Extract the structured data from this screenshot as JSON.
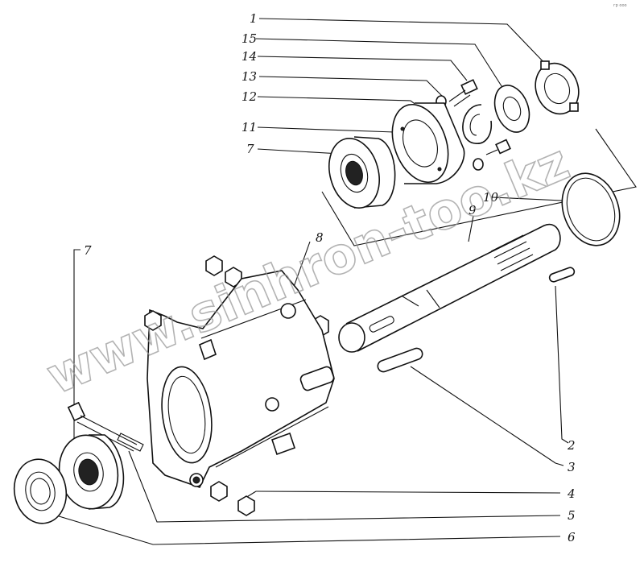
{
  "corner_mark": "гр ооо",
  "watermark": "www.sinhron-too.kz",
  "callouts": [
    "1",
    "15",
    "14",
    "13",
    "12",
    "11",
    "7",
    "8",
    "9",
    "10",
    "7",
    "2",
    "3",
    "4",
    "5",
    "6"
  ]
}
